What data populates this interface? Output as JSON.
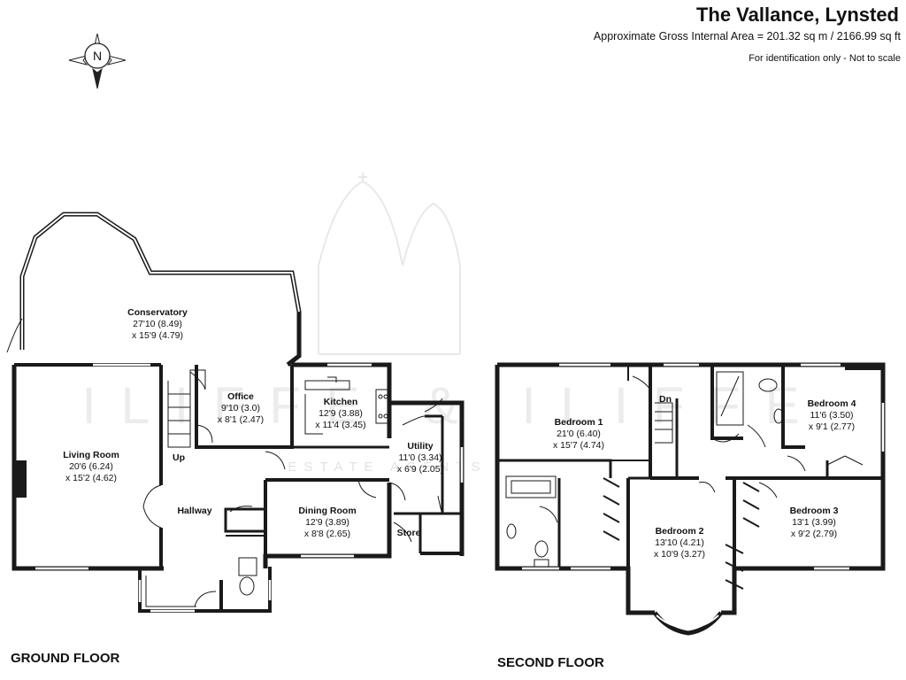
{
  "header": {
    "title": "The Vallance, Lynsted",
    "area": "Approximate Gross Internal Area = 201.32 sq m / 2166.99 sq ft",
    "note": "For identification only - Not to scale"
  },
  "compass": {
    "letter": "N"
  },
  "watermark": {
    "text": "ILIFFE & ILIFFE",
    "sub": "ESTATE AGENTS"
  },
  "ground_floor": {
    "label": "GROUND FLOOR",
    "rooms": [
      {
        "name": "Conservatory",
        "dim1": "27'10 (8.49)",
        "dim2": "x 15'9 (4.79)"
      },
      {
        "name": "Living Room",
        "dim1": "20'6 (6.24)",
        "dim2": "x 15'2 (4.62)"
      },
      {
        "name": "Office",
        "dim1": "9'10 (3.0)",
        "dim2": "x 8'1 (2.47)"
      },
      {
        "name": "Kitchen",
        "dim1": "12'9 (3.88)",
        "dim2": "x 11'4 (3.45)"
      },
      {
        "name": "Utility",
        "dim1": "11'0 (3.34)",
        "dim2": "x 6'9 (2.05)"
      },
      {
        "name": "Dining Room",
        "dim1": "12'9 (3.89)",
        "dim2": "x 8'8 (2.65)"
      },
      {
        "name": "Hallway"
      },
      {
        "name": "Store"
      },
      {
        "name": "Up"
      }
    ]
  },
  "second_floor": {
    "label": "SECOND FLOOR",
    "rooms": [
      {
        "name": "Bedroom 1",
        "dim1": "21'0 (6.40)",
        "dim2": "x 15'7 (4.74)"
      },
      {
        "name": "Bedroom 2",
        "dim1": "13'10 (4.21)",
        "dim2": "x 10'9 (3.27)"
      },
      {
        "name": "Bedroom 3",
        "dim1": "13'1 (3.99)",
        "dim2": "x 9'2 (2.79)"
      },
      {
        "name": "Bedroom 4",
        "dim1": "11'6 (3.50)",
        "dim2": "x 9'1 (2.77)"
      },
      {
        "name": "Dn"
      }
    ]
  },
  "colors": {
    "wall": "#1a1a1a",
    "window": "#ffffff",
    "watermark": "#e6e6e6"
  }
}
